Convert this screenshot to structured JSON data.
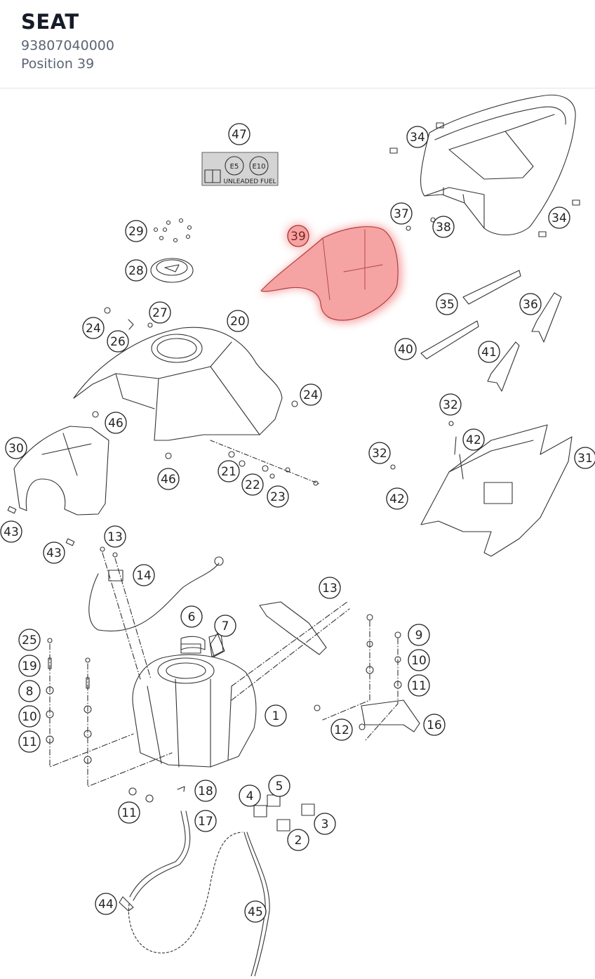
{
  "header": {
    "title": "SEAT",
    "part_number": "93807040000",
    "position": "Position 39"
  },
  "label_sticker": {
    "e5": "E5",
    "e10": "E10",
    "text": "UNLEADED FUEL"
  },
  "highlight": {
    "callout": "39",
    "color": "#f26d6d"
  },
  "callouts": [
    {
      "id": "c47",
      "n": "47"
    },
    {
      "id": "c34a",
      "n": "34"
    },
    {
      "id": "c34b",
      "n": "34"
    },
    {
      "id": "c37",
      "n": "37"
    },
    {
      "id": "c38",
      "n": "38"
    },
    {
      "id": "c29",
      "n": "29"
    },
    {
      "id": "c28",
      "n": "28"
    },
    {
      "id": "c27",
      "n": "27"
    },
    {
      "id": "c20",
      "n": "20"
    },
    {
      "id": "c24a",
      "n": "24"
    },
    {
      "id": "c26",
      "n": "26"
    },
    {
      "id": "c24b",
      "n": "24"
    },
    {
      "id": "c35",
      "n": "35"
    },
    {
      "id": "c36",
      "n": "36"
    },
    {
      "id": "c40",
      "n": "40"
    },
    {
      "id": "c41",
      "n": "41"
    },
    {
      "id": "c46a",
      "n": "46"
    },
    {
      "id": "c46b",
      "n": "46"
    },
    {
      "id": "c30",
      "n": "30"
    },
    {
      "id": "c21",
      "n": "21"
    },
    {
      "id": "c22",
      "n": "22"
    },
    {
      "id": "c23",
      "n": "23"
    },
    {
      "id": "c32a",
      "n": "32"
    },
    {
      "id": "c42a",
      "n": "42"
    },
    {
      "id": "c32b",
      "n": "32"
    },
    {
      "id": "c31",
      "n": "31"
    },
    {
      "id": "c42b",
      "n": "42"
    },
    {
      "id": "c43a",
      "n": "43"
    },
    {
      "id": "c43b",
      "n": "43"
    },
    {
      "id": "c13a",
      "n": "13"
    },
    {
      "id": "c14",
      "n": "14"
    },
    {
      "id": "c13b",
      "n": "13"
    },
    {
      "id": "c6",
      "n": "6"
    },
    {
      "id": "c7",
      "n": "7"
    },
    {
      "id": "c25",
      "n": "25"
    },
    {
      "id": "c9",
      "n": "9"
    },
    {
      "id": "c19",
      "n": "19"
    },
    {
      "id": "c10a",
      "n": "10"
    },
    {
      "id": "c8",
      "n": "8"
    },
    {
      "id": "c11a",
      "n": "11"
    },
    {
      "id": "c10b",
      "n": "10"
    },
    {
      "id": "c1",
      "n": "1"
    },
    {
      "id": "c16",
      "n": "16"
    },
    {
      "id": "c11b",
      "n": "11"
    },
    {
      "id": "c12",
      "n": "12"
    },
    {
      "id": "c18",
      "n": "18"
    },
    {
      "id": "c5",
      "n": "5"
    },
    {
      "id": "c4",
      "n": "4"
    },
    {
      "id": "c11c",
      "n": "11"
    },
    {
      "id": "c17",
      "n": "17"
    },
    {
      "id": "c3",
      "n": "3"
    },
    {
      "id": "c2",
      "n": "2"
    },
    {
      "id": "c44",
      "n": "44"
    },
    {
      "id": "c45",
      "n": "45"
    }
  ]
}
